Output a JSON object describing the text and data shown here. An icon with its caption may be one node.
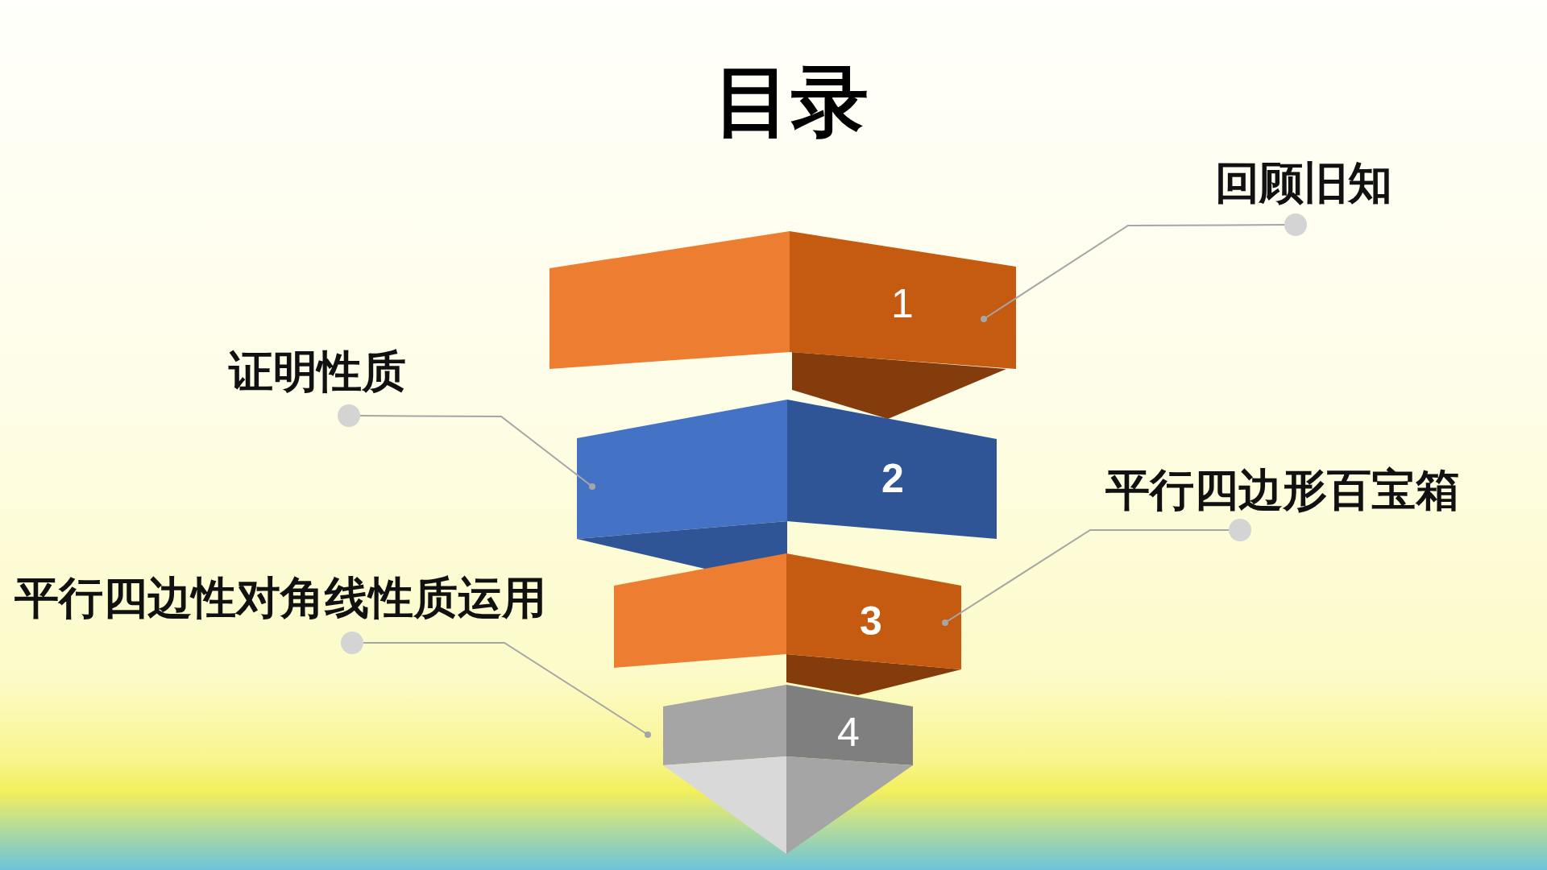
{
  "diagram": {
    "title": "目录",
    "nodes": [
      {
        "text": [
          "1"
        ]
      },
      {
        "text": [
          "2"
        ]
      },
      {
        "text": [
          "3"
        ]
      },
      {
        "text": [
          "4"
        ]
      },
      {
        "text": [
          "回顾旧知"
        ]
      },
      {
        "text": [
          "证明性质"
        ]
      },
      {
        "text": [
          "平行四边形百宝箱"
        ]
      },
      {
        "text": [
          "平行四边性对角线性质运用"
        ]
      }
    ],
    "edges": [
      {
        "from": 4,
        "to": 0,
        "arrow": "other"
      },
      {
        "from": 5,
        "to": 1,
        "arrow": "other"
      },
      {
        "from": 6,
        "to": 2,
        "arrow": "other"
      },
      {
        "from": 7,
        "to": 3,
        "arrow": "other"
      }
    ]
  }
}
